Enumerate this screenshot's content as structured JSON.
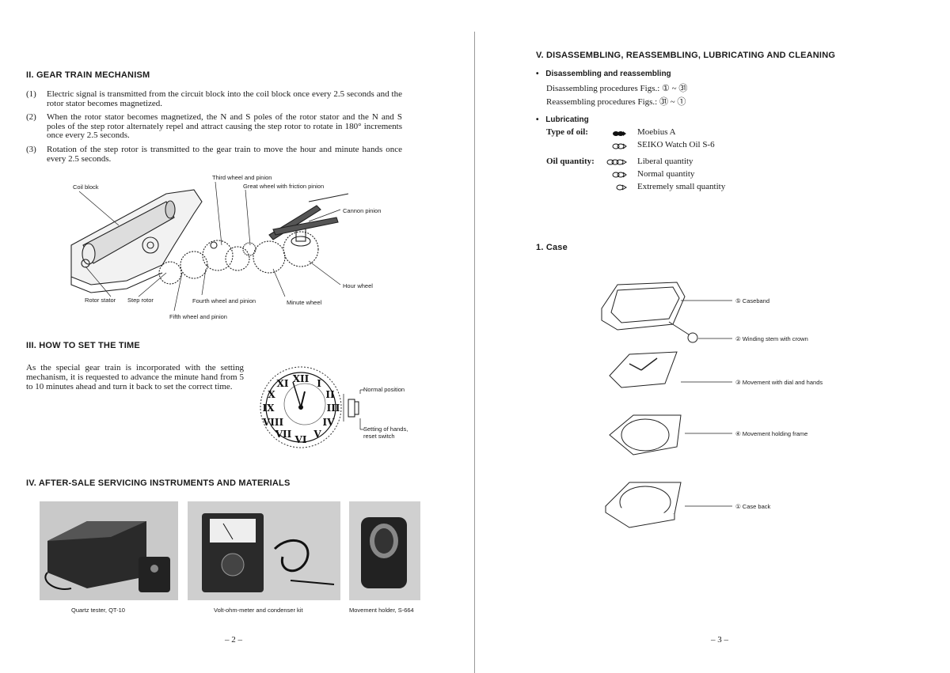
{
  "left": {
    "s2_title": "II.  GEAR TRAIN MECHANISM",
    "s2_items": [
      {
        "num": "(1)",
        "text": "Electric signal is transmitted from the circuit block into the coil block once every 2.5 seconds and the rotor stator becomes magnetized."
      },
      {
        "num": "(2)",
        "text": "When the rotor stator becomes magnetized, the N and S poles of the rotor stator and the N and S poles of the step rotor alternately repel and attract causing the step rotor to rotate in 180° increments once every 2.5 seconds."
      },
      {
        "num": "(3)",
        "text": "Rotation of the step rotor is transmitted to the gear train to move the hour and minute hands once every 2.5 seconds."
      }
    ],
    "gear_labels": {
      "third_wheel": "Third wheel and pinion",
      "great_wheel": "Great wheel with friction pinion",
      "coil_block": "Coil block",
      "cannon_pinion": "Cannon pinion",
      "hour_wheel": "Hour wheel",
      "rotor_stator": "Rotor stator",
      "step_rotor": "Step rotor",
      "fourth_wheel": "Fourth wheel and pinion",
      "minute_wheel": "Minute wheel",
      "fifth_wheel": "Fifth wheel and pinion"
    },
    "s3_title": "III.  HOW TO SET THE TIME",
    "s3_text": "As the special gear train is incorporated with the setting mechanism, it is requested to advance the minute hand from 5 to 10 minutes ahead and turn it back to set the correct time.",
    "dial_labels": {
      "normal": "Normal position",
      "setting": "Setting of hands,",
      "setting2": "reset switch"
    },
    "s4_title": "IV.  AFTER-SALE SERVICING INSTRUMENTS AND MATERIALS",
    "captions": [
      "Quartz tester, QT-10",
      "Volt-ohm-meter and condenser kit",
      "Movement holder, S-664"
    ],
    "page_number": "– 2 –"
  },
  "right": {
    "s5_title": "V.  DISASSEMBLING, REASSEMBLING, LUBRICATING AND CLEANING",
    "disassembling_heading": "Disassembling and reassembling",
    "disassembling_line": "Disassembling procedures Figs.:  ① ~ ㉛",
    "reassembling_line": "Reassembling procedures Figs.:  ㉛ ~ ①",
    "lubricating_heading": "Lubricating",
    "type_of_oil_label": "Type of oil:",
    "oils": [
      "Moebius A",
      "SEIKO Watch Oil S-6"
    ],
    "oil_quantity_label": "Oil quantity:",
    "quantities": [
      "Liberal quantity",
      "Normal quantity",
      "Extremely small quantity"
    ],
    "case_heading": "1.  Case",
    "parts": [
      "⑤ Caseband",
      "② Winding stem with crown",
      "③ Movement with dial and hands",
      "④ Movement holding frame",
      "① Case back"
    ],
    "page_number": "– 3 –"
  }
}
